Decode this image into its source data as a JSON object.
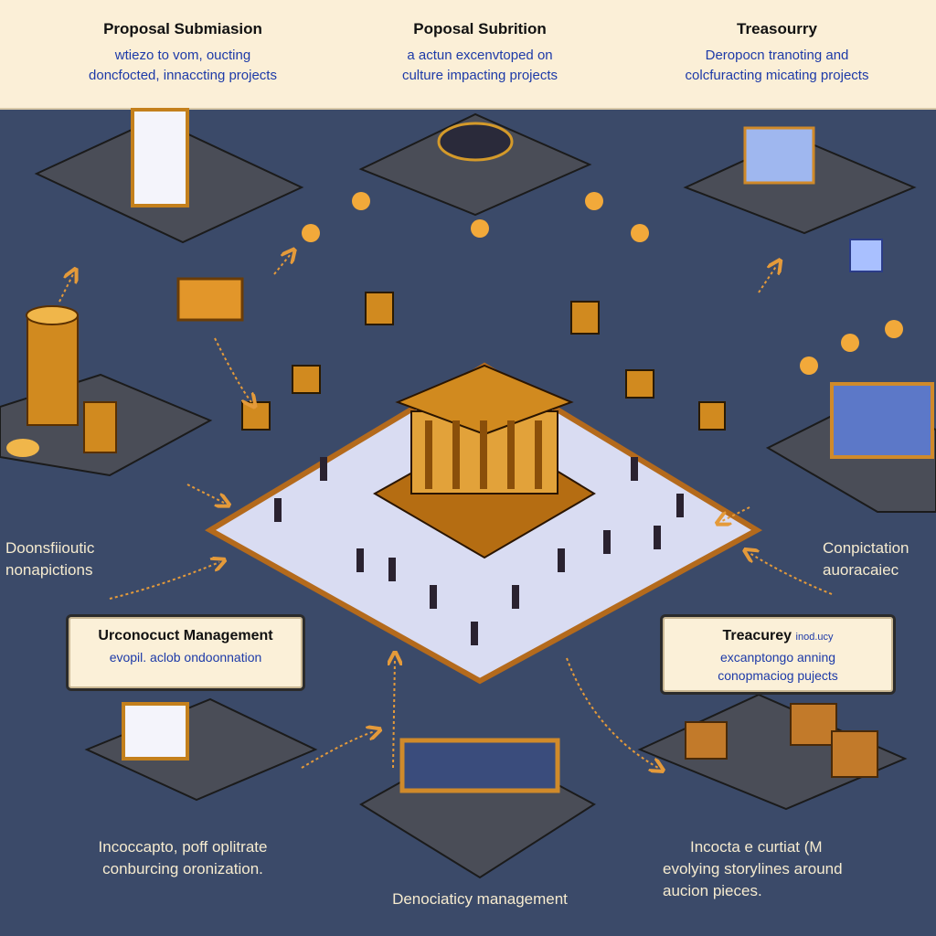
{
  "header": {
    "columns": [
      {
        "title": "Proposal Submiasion",
        "description": [
          "wtiezo to vom, oucting",
          "doncfocted, innaccting projects"
        ]
      },
      {
        "title": "Poposal Subrition",
        "description": [
          "a actun excenvtoped on",
          "culture impacting projects"
        ]
      },
      {
        "title": "Treasourry",
        "description": [
          "Deropocn tranoting and",
          "colcfuracting micating projects"
        ]
      }
    ]
  },
  "side_labels": {
    "left": [
      "Doonsfiioutic",
      "nonapictions"
    ],
    "right": [
      "Conpictation",
      "auoracaiec"
    ]
  },
  "boxes": {
    "left": {
      "title": "Urconocuct Management",
      "description": "evopil. aclob ondoonnation"
    },
    "right": {
      "title": "Treacurey",
      "tag": "inod.ucy",
      "description": [
        "excanptongo anning",
        "conopmaciog pujects"
      ]
    }
  },
  "bottom_labels": {
    "left": [
      "Incoccapto, poff oplitrate",
      "conburcing oronization."
    ],
    "center": "Denociaticy management",
    "right": [
      "Incocta e curtiat (M",
      "evolying storylines around",
      "aucion pieces."
    ]
  },
  "colors": {
    "background": "#3b4a69",
    "header": "#fbefd7",
    "accent": "#e49a3a",
    "platform": "#d9dcf2",
    "gold": "#d18a1f"
  }
}
